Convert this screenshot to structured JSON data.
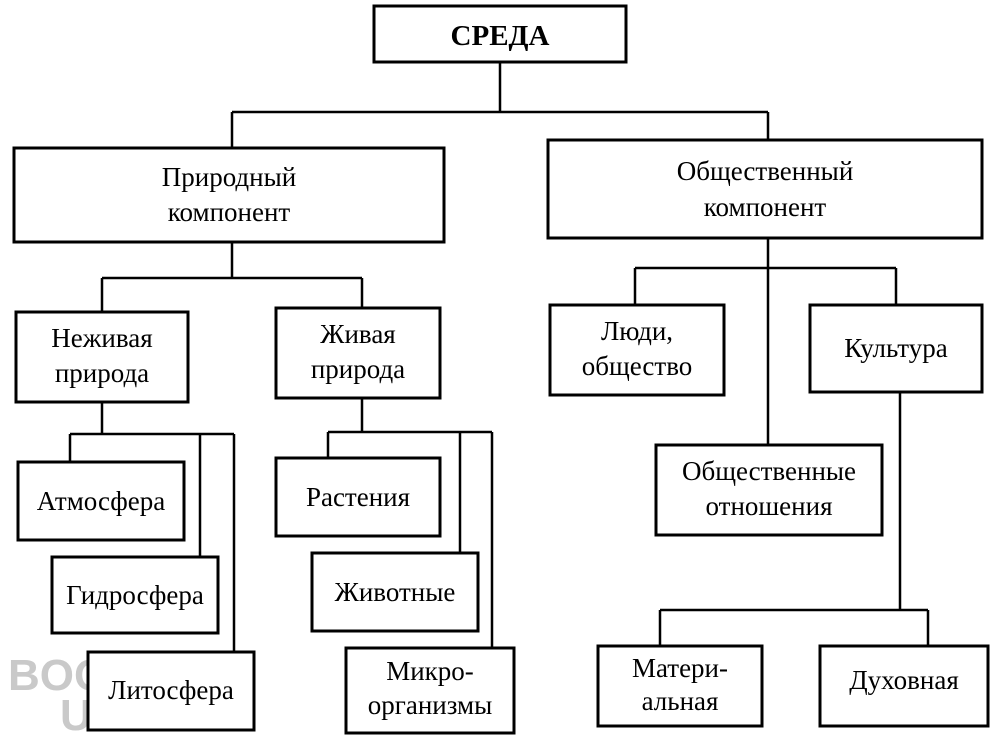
{
  "diagram": {
    "root": "СРЕДА",
    "natural": {
      "line1": "Природный",
      "line2": "компонент"
    },
    "social": {
      "line1": "Общественный",
      "line2": "компонент"
    },
    "nonliving": {
      "line1": "Неживая",
      "line2": "природа"
    },
    "living": {
      "line1": "Живая",
      "line2": "природа"
    },
    "people": {
      "line1": "Люди,",
      "line2": "общество"
    },
    "culture": "Культура",
    "relations": {
      "line1": "Общественные",
      "line2": "отношения"
    },
    "atmosphere": "Атмосфера",
    "hydrosphere": "Гидросфера",
    "lithosphere": "Литосфера",
    "plants": "Растения",
    "animals": "Животные",
    "microorganisms": {
      "line1": "Микро-",
      "line2": "организмы"
    },
    "material": {
      "line1": "Матери-",
      "line2": "альная"
    },
    "spiritual": "Духовная"
  },
  "watermark": {
    "line1": "BOOK",
    "line2": "UP"
  }
}
